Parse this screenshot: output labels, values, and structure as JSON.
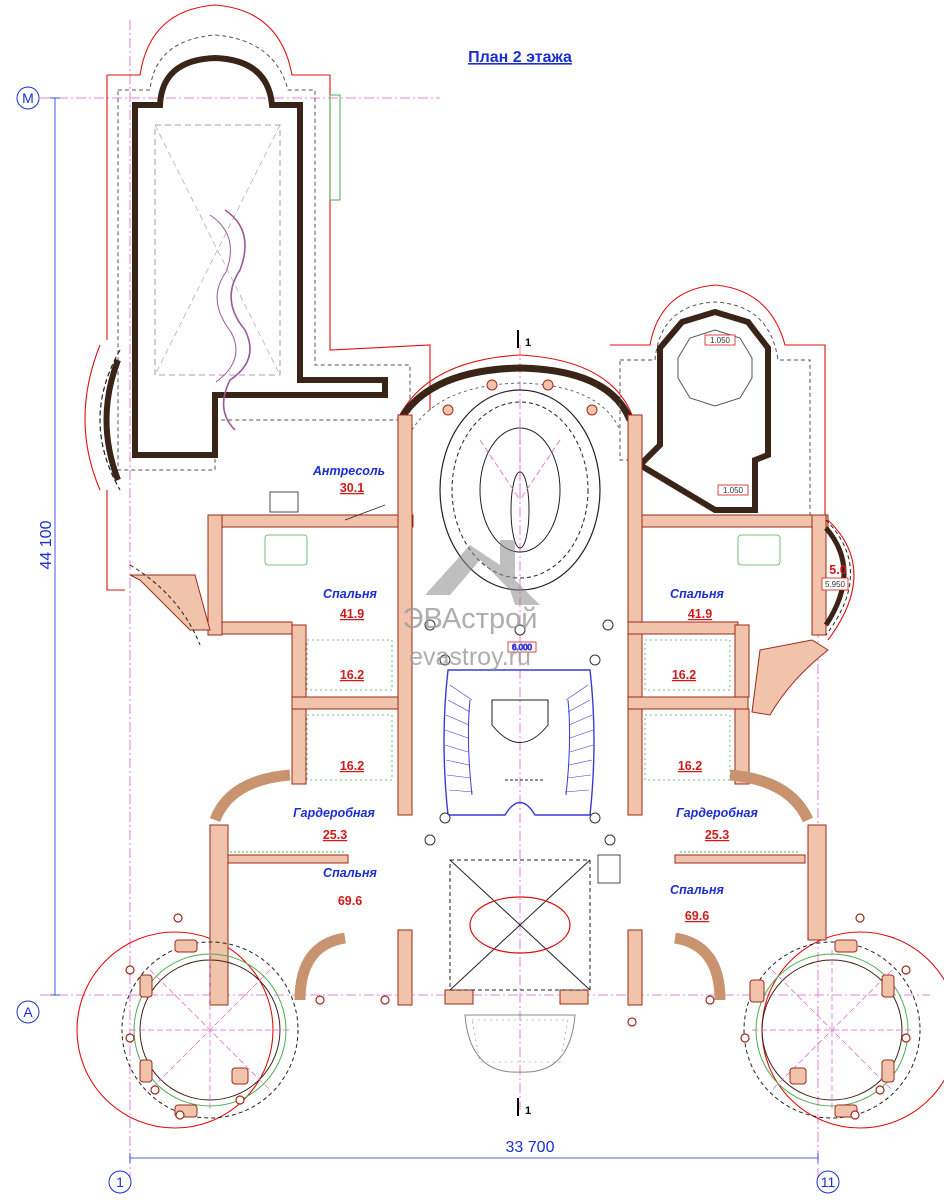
{
  "title": "План 2 этажа",
  "dimensions": {
    "vertical": "44 100",
    "horizontal": "33 700"
  },
  "axes": {
    "top_left": "М",
    "bottom_left": "А",
    "bottom_1": "1",
    "bottom_11": "11"
  },
  "section_marks": {
    "top": "1",
    "bottom": "1"
  },
  "rooms": [
    {
      "name": "Антресоль",
      "area": "30.1"
    },
    {
      "name": "Спальня",
      "area": "41.9"
    },
    {
      "name": "Спальня",
      "area": "41.9"
    },
    {
      "name": "",
      "area": "16.2"
    },
    {
      "name": "",
      "area": "16.2"
    },
    {
      "name": "",
      "area": "16.2"
    },
    {
      "name": "",
      "area": "16.2"
    },
    {
      "name": "Гардеробная",
      "area": "25.3"
    },
    {
      "name": "Гардеробная",
      "area": "25.3"
    },
    {
      "name": "Спальня",
      "area": "69.6"
    },
    {
      "name": "Спальня",
      "area": "69.6"
    }
  ],
  "elevations": {
    "tower_top": "1.050",
    "tower_bottom": "1.050",
    "hall": "6.000",
    "bay_right": "5.950"
  },
  "bay_label": "5.0",
  "watermark": {
    "logo_text": "ЭВАстрой",
    "site": "evastroy.ru"
  },
  "colors": {
    "wall_fill": "#f2c3ab",
    "wall_line": "#9b2a1a",
    "roof_line": "#e01010",
    "axis_line": "#e040c0",
    "dim_text": "#1a2fd0",
    "area_text": "#d01a1a",
    "stair": "#3a3ad8"
  }
}
